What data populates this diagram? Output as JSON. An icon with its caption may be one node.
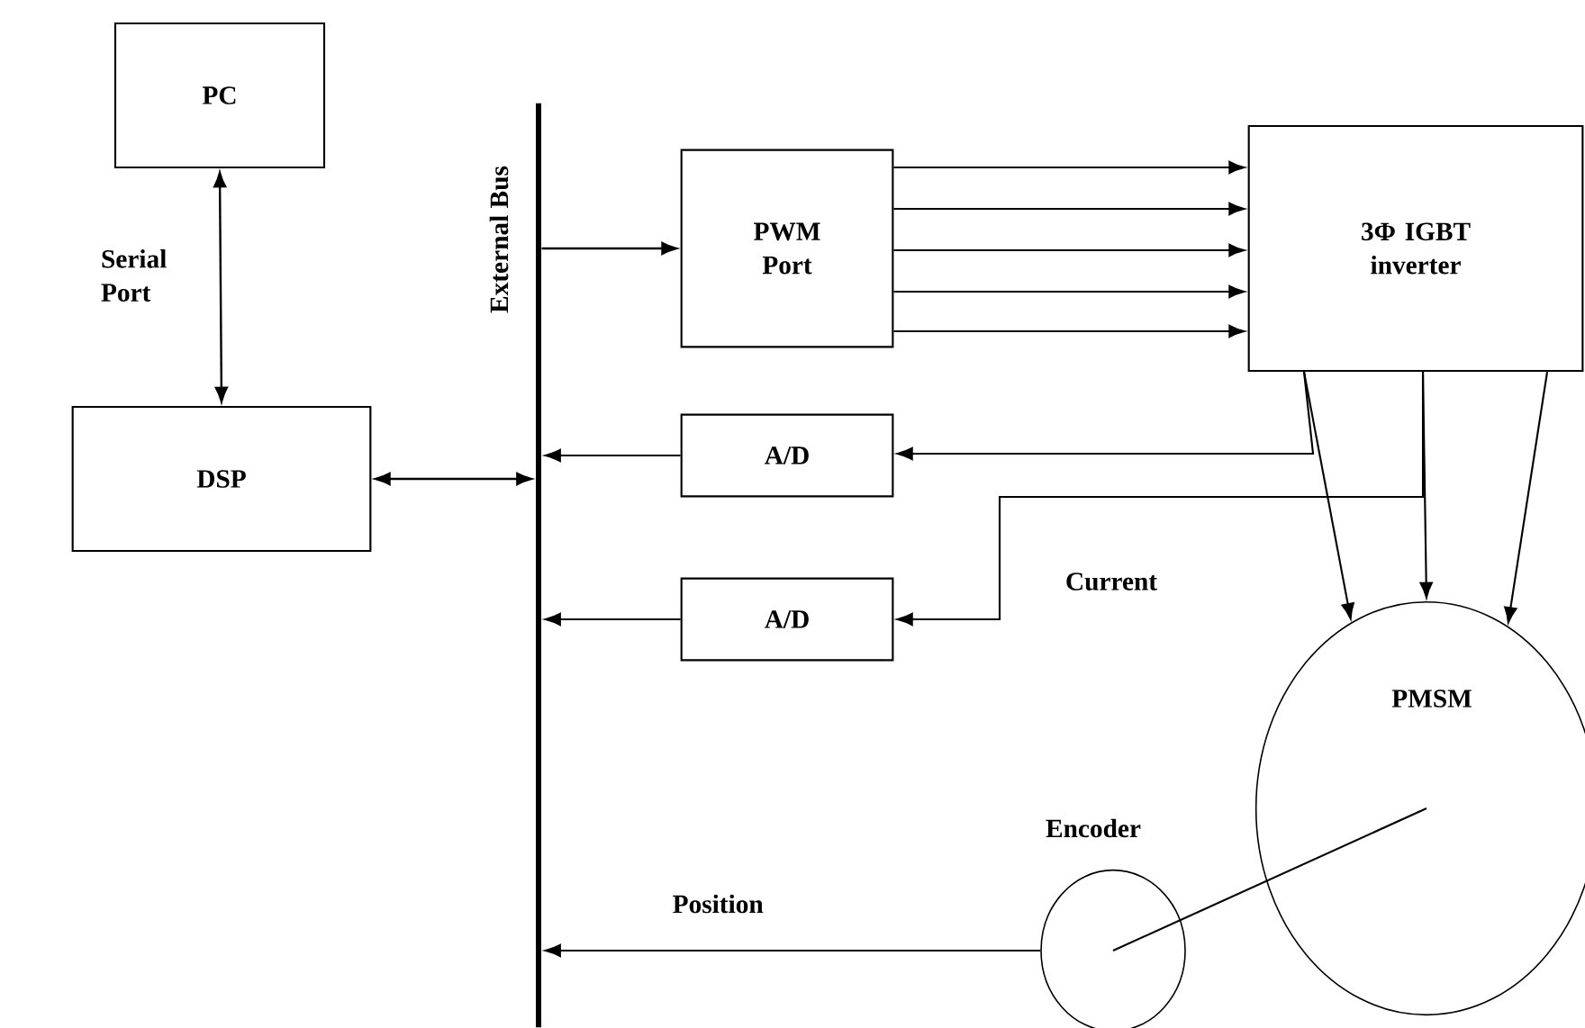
{
  "diagram": {
    "nodes": [
      {
        "text": [
          "PC"
        ]
      },
      {
        "text": [
          "DSP"
        ]
      },
      {
        "text": [
          "External Bus"
        ]
      },
      {
        "text": [
          "PWM Port"
        ]
      },
      {
        "text": [
          "3Φ IGBT inverter"
        ]
      },
      {
        "text": [
          "A/D"
        ]
      },
      {
        "text": [
          "A/D"
        ]
      },
      {
        "text": [
          "PMSM"
        ]
      },
      {
        "text": [
          "Encoder"
        ]
      }
    ],
    "edges": [
      {
        "from": 0,
        "to": 1,
        "arrow": "both",
        "label": "Serial Port"
      },
      {
        "from": 1,
        "to": 2,
        "arrow": "both"
      },
      {
        "from": 2,
        "to": 3,
        "arrow": "to"
      },
      {
        "from": 3,
        "to": 4,
        "arrow": "to"
      },
      {
        "from": 3,
        "to": 4,
        "arrow": "to"
      },
      {
        "from": 3,
        "to": 4,
        "arrow": "to"
      },
      {
        "from": 3,
        "to": 4,
        "arrow": "to"
      },
      {
        "from": 3,
        "to": 4,
        "arrow": "to"
      },
      {
        "from": 5,
        "to": 2,
        "arrow": "to"
      },
      {
        "from": 6,
        "to": 2,
        "arrow": "to"
      },
      {
        "from": 4,
        "to": 7,
        "arrow": "to"
      },
      {
        "from": 4,
        "to": 7,
        "arrow": "to"
      },
      {
        "from": 4,
        "to": 7,
        "arrow": "to"
      },
      {
        "from": 4,
        "to": 5,
        "arrow": "to"
      },
      {
        "from": 4,
        "to": 6,
        "arrow": "to"
      },
      {
        "from": 8,
        "to": 2,
        "arrow": "to",
        "label": "Position"
      },
      {
        "from": 7,
        "to": 8,
        "arrow": "none"
      }
    ],
    "labels": [
      "Current"
    ]
  }
}
